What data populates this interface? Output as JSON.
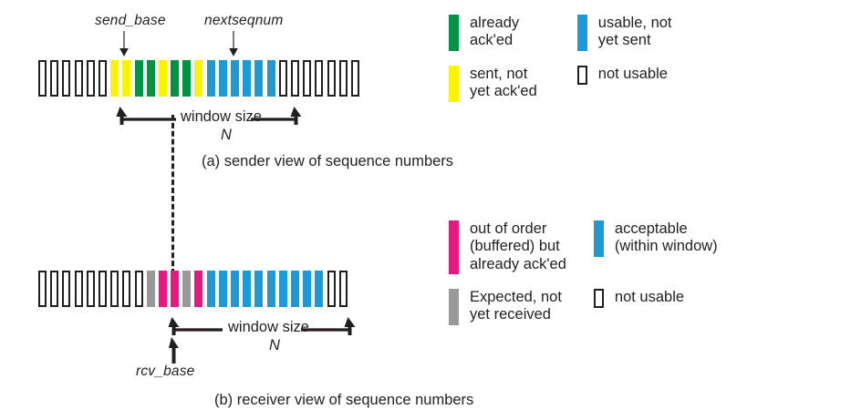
{
  "figure": {
    "title_a": "(a) sender view of sequence numbers",
    "title_b": "(b) receiver view of sequence numbers"
  },
  "sender": {
    "pointer_labels": {
      "send_base": "send_base",
      "nextseqnum": "nextseqnum"
    },
    "window_label": "window size",
    "window_n": "N",
    "caption": "(a) sender view of sequence numbers",
    "cells": [
      "white",
      "white",
      "white",
      "white",
      "white",
      "white",
      "yellow",
      "yellow",
      "green",
      "green",
      "yellow",
      "green",
      "green",
      "yellow",
      "blue",
      "blue",
      "blue",
      "blue",
      "blue",
      "blue",
      "white",
      "white",
      "white",
      "white",
      "white",
      "white",
      "white"
    ],
    "legend": [
      {
        "swatch": "green",
        "text": "already\nack'ed"
      },
      {
        "swatch": "blue",
        "text": "usable, not\nyet sent"
      },
      {
        "swatch": "yellow",
        "text": "sent, not\nyet ack'ed"
      },
      {
        "swatch": "white",
        "text": "not usable"
      }
    ]
  },
  "receiver": {
    "pointer_labels": {
      "rcv_base": "rcv_base"
    },
    "window_label": "window size",
    "window_n": "N",
    "caption": "(b) receiver view of sequence numbers",
    "cells": [
      "white",
      "white",
      "white",
      "white",
      "white",
      "white",
      "white",
      "white",
      "white",
      "gray",
      "pink",
      "pink",
      "gray",
      "pink",
      "blue",
      "blue",
      "blue",
      "blue",
      "blue",
      "blue",
      "blue",
      "blue",
      "blue",
      "blue",
      "white",
      "white"
    ],
    "legend": [
      {
        "swatch": "pink",
        "text": "out of order\n(buffered) but\nalready ack'ed"
      },
      {
        "swatch": "blue",
        "text": "acceptable\n(within window)"
      },
      {
        "swatch": "gray",
        "text": "Expected, not\nyet received"
      },
      {
        "swatch": "white",
        "text": "not usable"
      }
    ]
  },
  "colors": {
    "green": "#009344",
    "yellow": "#fff200",
    "blue": "#1b9ad6",
    "pink": "#e5197f",
    "gray": "#999999",
    "outline": "#231f20",
    "background": "#ffffff"
  }
}
